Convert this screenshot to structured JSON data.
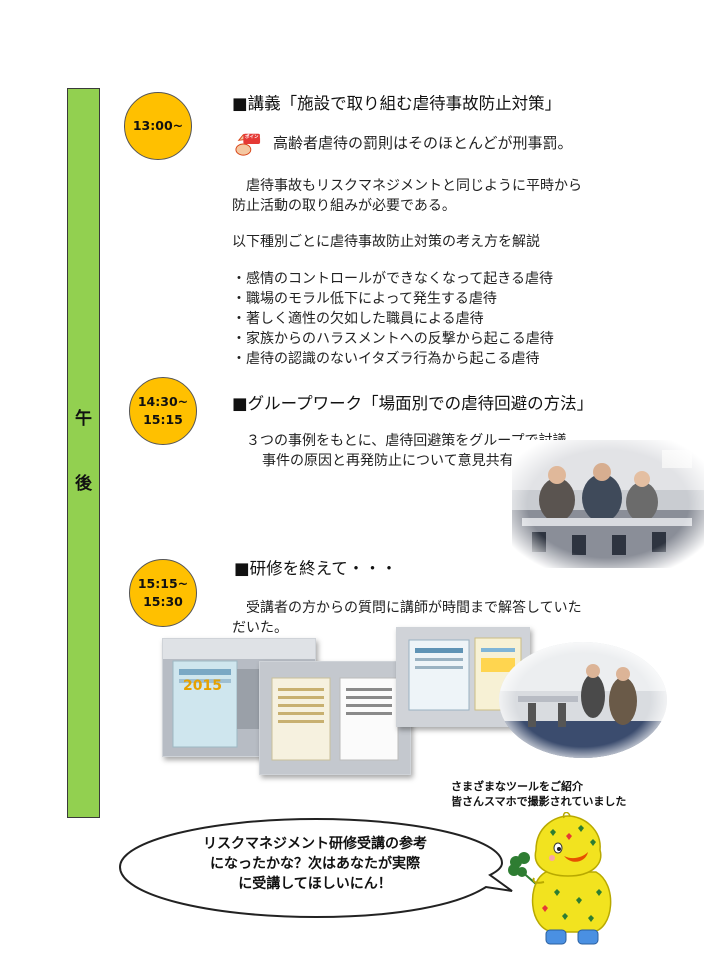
{
  "sidebar": {
    "chars": [
      "午",
      "後"
    ]
  },
  "sections": [
    {
      "time_lines": [
        "13:00~"
      ],
      "heading": "■講義「施設で取り組む虐待事故防止対策」",
      "point_badge": "ポイント!",
      "point_text": "高齢者虐待の罰則はそのほとんどが刑事罰。",
      "paragraph_lines": [
        "　虐待事故もリスクマネジメントと同じように平時から",
        "防止活動の取り組みが必要である。"
      ],
      "intro": "以下種別ごとに虐待事故防止対策の考え方を解説",
      "bullets": [
        "・感情のコントロールができなくなって起きる虐待",
        "・職場のモラル低下によって発生する虐待",
        "・著しく適性の欠如した職員による虐待",
        "・家族からのハラスメントへの反撃から起こる虐待",
        "・虐待の認識のないイタズラ行為から起こる虐待"
      ]
    },
    {
      "time_lines": [
        "14:30~",
        "15:15"
      ],
      "heading": "■グループワーク「場面別での虐待回避の方法」",
      "body_lines": [
        "３つの事例をもとに、虐待回避策をグループで討議。",
        "事件の原因と再発防止について意見共有した。"
      ]
    },
    {
      "time_lines": [
        "15:15~",
        "15:30"
      ],
      "heading": "■研修を終えて・・・",
      "body_lines": [
        "　受講者の方からの質問に講師が時間まで解答していた",
        "だいた。"
      ],
      "booklet_text": "2015"
    }
  ],
  "photo_caption": [
    "さまざまなツールをご紹介",
    "皆さんスマホで撮影されていました"
  ],
  "bubble_lines": [
    "リスクマネジメント研修受講の参考",
    "になったかな？次はあなたが実際",
    "に受講してほしいにん！"
  ],
  "colors": {
    "sidebar": "#92d050",
    "time_circle": "#ffc000",
    "point_badge": "#e53935"
  }
}
